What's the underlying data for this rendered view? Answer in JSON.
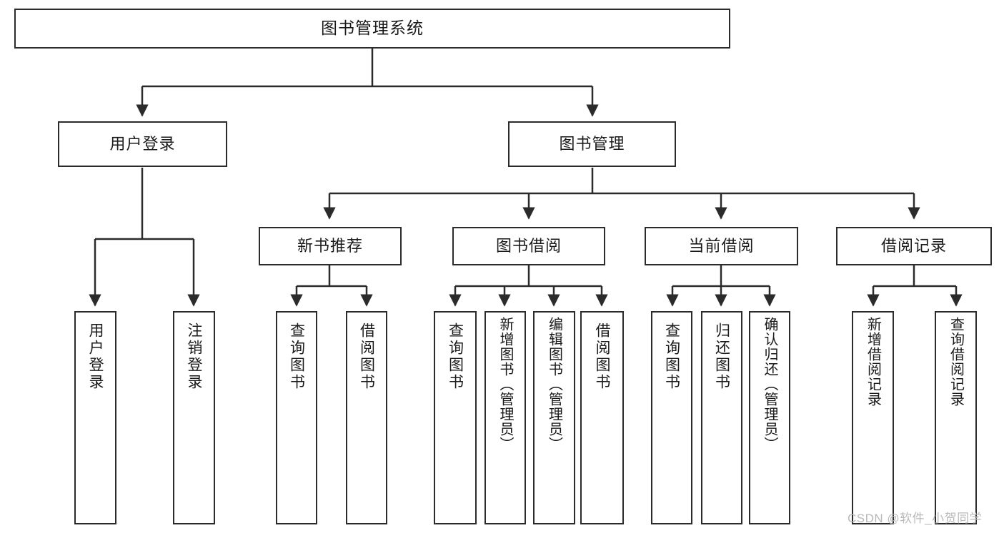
{
  "diagram": {
    "title": "图书管理系统",
    "type": "tree",
    "watermark": "CSDN @软件_小贺同学",
    "colors": {
      "background": "#ffffff",
      "border": "#2b2b2b",
      "text": "#1a1a1a",
      "connector": "#2b2b2b",
      "watermark": "#b9b9b9"
    },
    "nodes": {
      "root": "图书管理系统",
      "level2": [
        "用户登录",
        "图书管理"
      ],
      "level3": [
        "新书推荐",
        "图书借阅",
        "当前借阅",
        "借阅记录"
      ],
      "leaves": {
        "user_login": [
          "用户登录",
          "注销登录"
        ],
        "new_book_recommend": [
          "查询图书",
          "借阅图书"
        ],
        "book_borrow": [
          "查询图书",
          "新增图书（管理员）",
          "编辑图书（管理员）",
          "借阅图书"
        ],
        "current_borrow": [
          "查询图书",
          "归还图书",
          "确认归还（管理员）"
        ],
        "borrow_record": [
          "新增借阅记录",
          "查询借阅记录"
        ]
      }
    },
    "edges": [
      {
        "from": "图书管理系统",
        "to": "用户登录"
      },
      {
        "from": "图书管理系统",
        "to": "图书管理"
      },
      {
        "from": "用户登录",
        "to": "用户登录"
      },
      {
        "from": "用户登录",
        "to": "注销登录"
      },
      {
        "from": "图书管理",
        "to": "新书推荐"
      },
      {
        "from": "图书管理",
        "to": "图书借阅"
      },
      {
        "from": "图书管理",
        "to": "当前借阅"
      },
      {
        "from": "图书管理",
        "to": "借阅记录"
      },
      {
        "from": "新书推荐",
        "to": "查询图书"
      },
      {
        "from": "新书推荐",
        "to": "借阅图书"
      },
      {
        "from": "图书借阅",
        "to": "查询图书"
      },
      {
        "from": "图书借阅",
        "to": "新增图书（管理员）"
      },
      {
        "from": "图书借阅",
        "to": "编辑图书（管理员）"
      },
      {
        "from": "图书借阅",
        "to": "借阅图书"
      },
      {
        "from": "当前借阅",
        "to": "查询图书"
      },
      {
        "from": "当前借阅",
        "to": "归还图书"
      },
      {
        "from": "当前借阅",
        "to": "确认归还（管理员）"
      },
      {
        "from": "借阅记录",
        "to": "新增借阅记录"
      },
      {
        "from": "借阅记录",
        "to": "查询借阅记录"
      }
    ]
  }
}
